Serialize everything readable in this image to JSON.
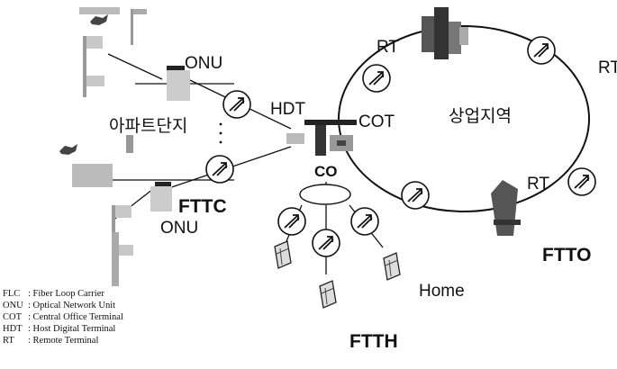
{
  "labels": {
    "onu_top": "ONU",
    "onu_bottom": "ONU",
    "apartment": "아파트단지",
    "hdt": "HDT",
    "cot": "COT",
    "co": "CO",
    "commercial": "상업지역",
    "rt_top": "RT",
    "rt_top_right": "RT",
    "rt_bottom": "RT",
    "home": "Home"
  },
  "architectures": {
    "fttc": "FTTC",
    "ftth": "FTTH",
    "ftto": "FTTO"
  },
  "legend": [
    {
      "abbr": "FLC",
      "text": ": Fiber Loop Carrier"
    },
    {
      "abbr": "ONU",
      "text": ": Optical Network Unit"
    },
    {
      "abbr": "COT",
      "text": ": Central Office Terminal"
    },
    {
      "abbr": "HDT",
      "text": ": Host Digital Terminal"
    },
    {
      "abbr": "RT",
      "text": ": Remote Terminal"
    }
  ]
}
